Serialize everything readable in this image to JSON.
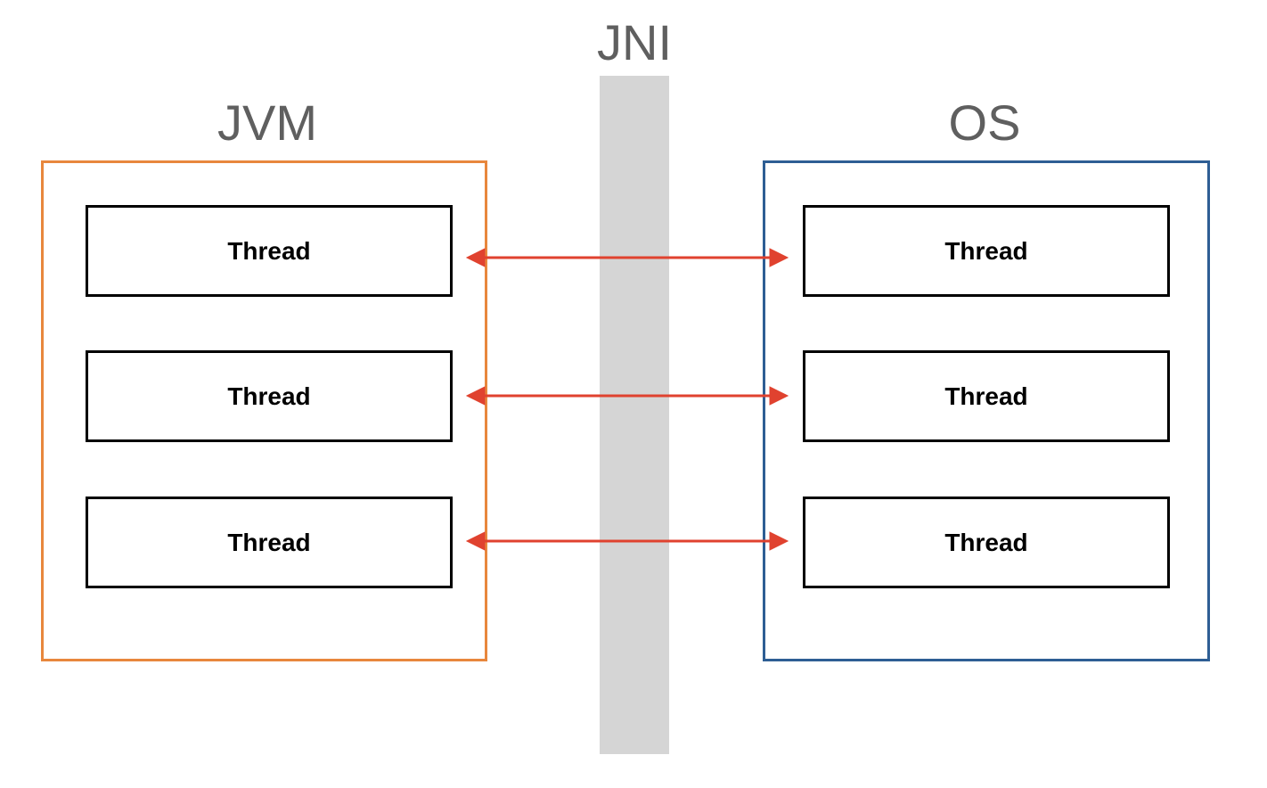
{
  "title": "JNI",
  "left": {
    "title": "JVM",
    "color": "#e8873d",
    "threads": [
      {
        "label": "Thread"
      },
      {
        "label": "Thread"
      },
      {
        "label": "Thread"
      }
    ]
  },
  "right": {
    "title": "OS",
    "color": "#2e5e94",
    "threads": [
      {
        "label": "Thread"
      },
      {
        "label": "Thread"
      },
      {
        "label": "Thread"
      }
    ]
  },
  "band_color": "#d5d5d5",
  "arrow_color": "#e0422f",
  "connections": [
    {
      "from": "left.threads.0",
      "to": "right.threads.0",
      "direction": "bidirectional"
    },
    {
      "from": "left.threads.1",
      "to": "right.threads.1",
      "direction": "bidirectional"
    },
    {
      "from": "left.threads.2",
      "to": "right.threads.2",
      "direction": "bidirectional"
    }
  ]
}
